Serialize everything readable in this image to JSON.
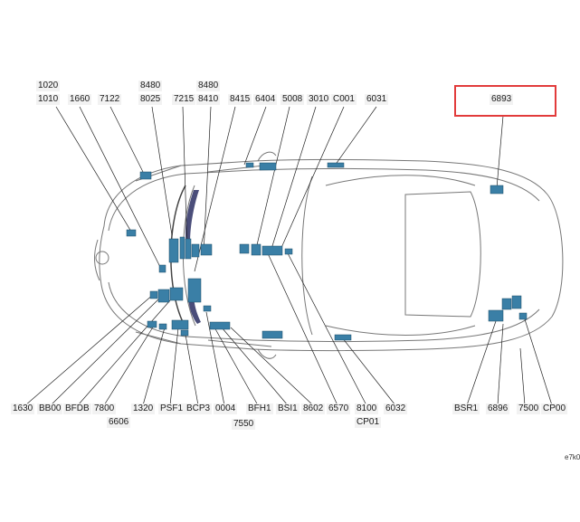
{
  "colors": {
    "component": "#3a7fa6",
    "highlight": "#e23b3b",
    "outline": "#555555"
  },
  "top_labels": [
    "1020",
    "1010",
    "1660",
    "7122",
    "8480",
    "8025",
    "7215",
    "8480",
    "8410",
    "8415",
    "6404",
    "5008",
    "3010",
    "C001",
    "6031",
    "6893"
  ],
  "bottom_labels": [
    "1630",
    "BB00",
    "BFDB",
    "7800",
    "6606",
    "1320",
    "PSF1",
    "BCP3",
    "0004",
    "7550",
    "BFH1",
    "BSI1",
    "8602",
    "6570",
    "8100",
    "CP01",
    "6032",
    "BSR1",
    "6896",
    "7500",
    "CP00"
  ],
  "highlighted_label": "6893",
  "corner_text": "e7k0"
}
